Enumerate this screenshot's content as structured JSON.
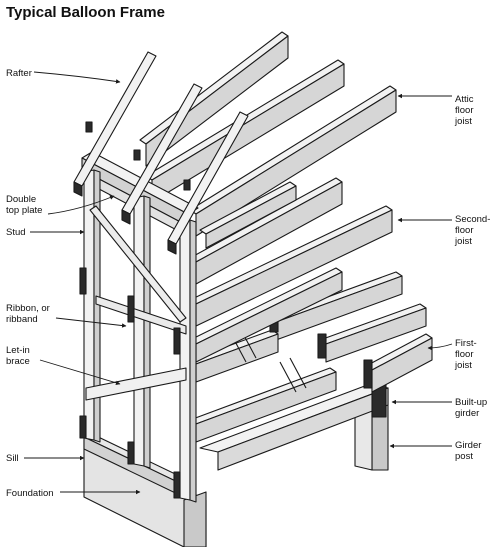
{
  "title": "Typical Balloon Frame",
  "labels": {
    "rafter": [
      "Rafter"
    ],
    "double_top_plate": [
      "Double",
      "top plate"
    ],
    "stud": [
      "Stud"
    ],
    "ribbon": [
      "Ribbon, or",
      "ribband"
    ],
    "let_in_brace": [
      "Let-in",
      "brace"
    ],
    "sill": [
      "Sill"
    ],
    "foundation": [
      "Foundation"
    ],
    "attic_floor_joist": [
      "Attic",
      "floor",
      "joist"
    ],
    "second_floor_joist": [
      "Second-",
      "floor",
      "joist"
    ],
    "first_floor_joist": [
      "First-",
      "floor",
      "joist"
    ],
    "built_up_girder": [
      "Built-up",
      "girder"
    ],
    "girder_post": [
      "Girder",
      "post"
    ]
  },
  "colors": {
    "ink": "#1a1a1a",
    "wood": "#f2f2f2",
    "shade": "#c9c9c9",
    "dark": "#2a2a2a"
  }
}
